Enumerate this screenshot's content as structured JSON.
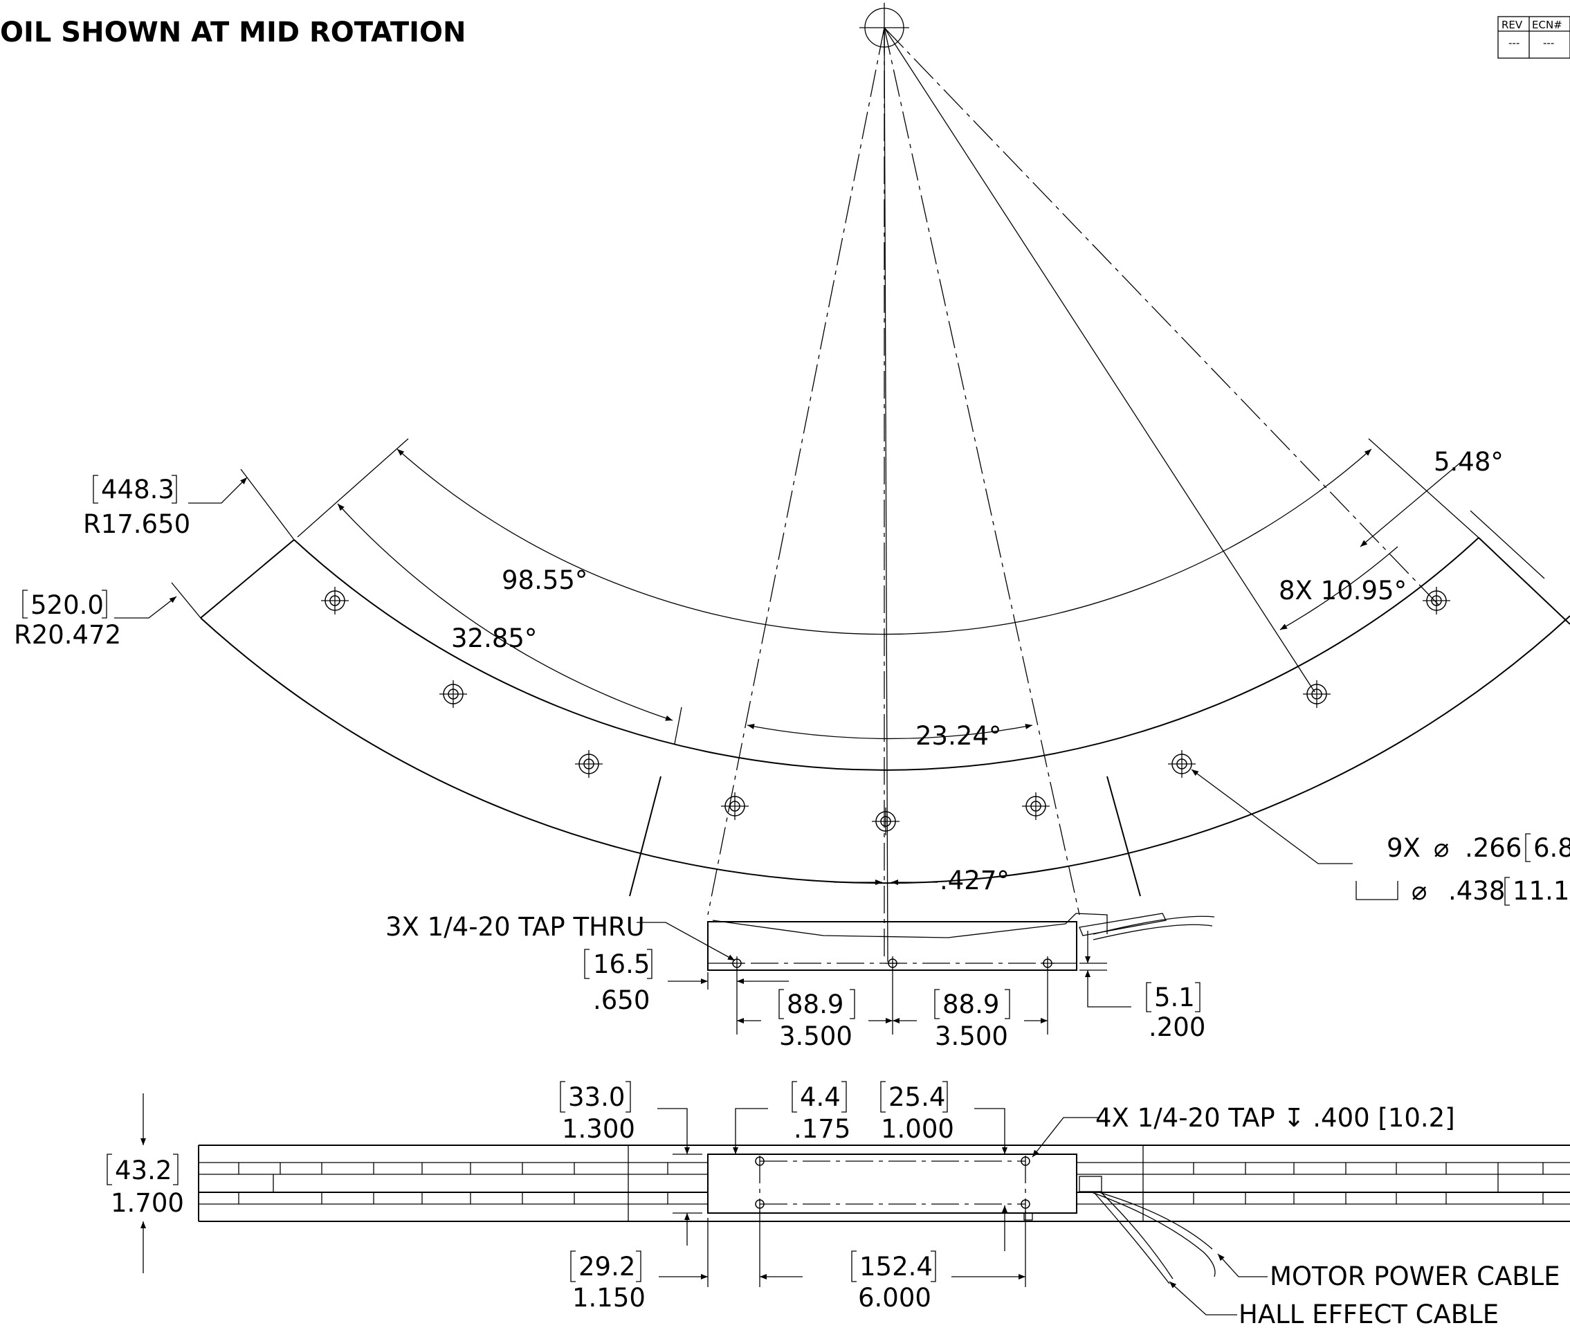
{
  "title": "OIL SHOWN AT MID ROTATION",
  "revision_block": {
    "headers": [
      "REV",
      "ECN#"
    ],
    "values": [
      "---",
      "---"
    ]
  },
  "top_view": {
    "inner_radius": {
      "mm": "448.3",
      "inch": "R17.650"
    },
    "outer_radius": {
      "mm": "520.0",
      "inch": "R20.472"
    },
    "angles": {
      "total": "98.55°",
      "segment": "32.85°",
      "center": "23.24°",
      "offset": ".427°",
      "edge": "5.48°",
      "pitch": "8X 10.95°"
    },
    "holes": {
      "line1_qty": "9X",
      "line1_dia": ".266",
      "line1_mm": "6.8",
      "line2_dia": ".438",
      "line2_mm": "11.1"
    },
    "tap_note": "3X 1/4-20 TAP THRU",
    "dims": {
      "edge_offset": {
        "mm": "16.5",
        "inch": ".650"
      },
      "spacing_left": {
        "mm": "88.9",
        "inch": "3.500"
      },
      "spacing_right": {
        "mm": "88.9",
        "inch": "3.500"
      },
      "height": {
        "mm": "5.1",
        "inch": ".200"
      }
    }
  },
  "side_view": {
    "overall_height": {
      "mm": "43.2",
      "inch": "1.700"
    },
    "top_offset": {
      "mm": "33.0",
      "inch": "1.300"
    },
    "hole_inset": {
      "mm": "4.4",
      "inch": ".175"
    },
    "hole_offset": {
      "mm": "25.4",
      "inch": "1.000"
    },
    "tap_note": "4X 1/4-20 TAP ↧ .400 [10.2]",
    "bottom_offset": {
      "mm": "29.2",
      "inch": "1.150"
    },
    "hole_spacing": {
      "mm": "152.4",
      "inch": "6.000"
    },
    "cable_motor": "MOTOR POWER CABLE",
    "cable_hall": "HALL EFFECT CABLE"
  }
}
